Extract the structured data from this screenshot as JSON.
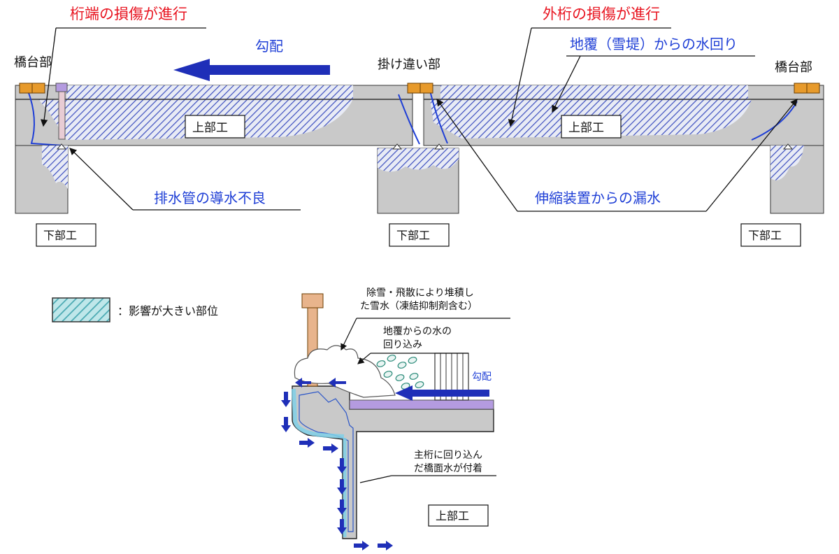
{
  "callouts": {
    "girder_end_damage": "桁端の損傷が進行",
    "outer_girder_damage": "外桁の損傷が進行",
    "slope": "勾配",
    "cover_water": "地覆（雪堤）からの水回り",
    "drain_pipe": "排水管の導水不良",
    "expansion_leak": "伸縮装置からの漏水"
  },
  "labels": {
    "abutment_left": "橋台部",
    "abutment_right": "橋台部",
    "joint": "掛け違い部",
    "super_left": "上部工",
    "super_right": "上部工",
    "sub_left": "下部工",
    "sub_center": "下部工",
    "sub_right": "下部工"
  },
  "legend": {
    "text": "：影響が大きい部位"
  },
  "detail": {
    "snow_line1": "除雪・飛散により堆積し",
    "snow_line2": "た雪水（凍結抑制剤含む）",
    "cover_line1": "地覆からの水の",
    "cover_line2": "回り込み",
    "slope": "勾配",
    "girder_line1": "主桁に回り込ん",
    "girder_line2": "だ橋面水が付着",
    "super_label": "上部工"
  },
  "colors": {
    "concrete": "#c9c9c9",
    "hatch_line": "#2b3fc0",
    "water_blue": "#1f3fd6",
    "bearing_orange": "#e79a2b",
    "damage_red": "#e8131f",
    "pipe": "#e8b48c",
    "membrane_purple": "#b49be0"
  }
}
